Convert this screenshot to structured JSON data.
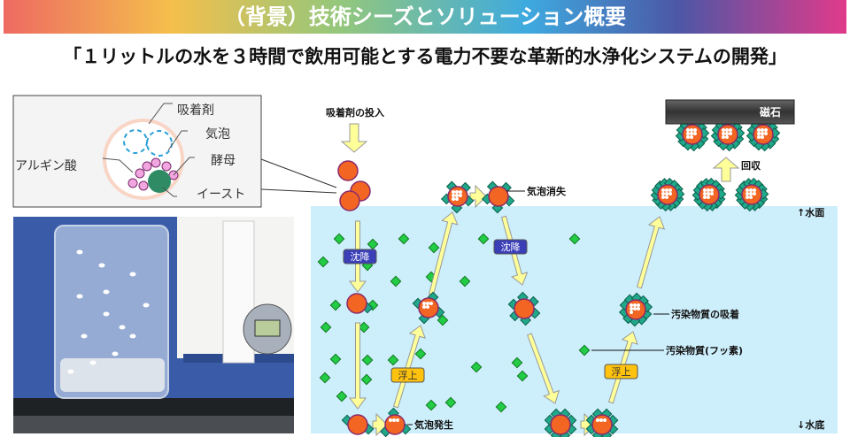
{
  "header": {
    "title": "（背景）技術シーズとソリューション概要",
    "subtitle": "「１リットルの水を３時間で飲用可能とする電力不要な革新的水浄化システムの開発」"
  },
  "inset": {
    "adsorbent": "吸着剤",
    "bubble": "気泡",
    "yeast_jp": "酵母",
    "alginate": "アルギン酸",
    "yeast": "イースト"
  },
  "diagram": {
    "input": "吸着剤の投入",
    "sink1": "沈降",
    "sink2": "沈降",
    "float1": "浮上",
    "float2": "浮上",
    "bubble_gen": "気泡発生",
    "bubble_gone": "気泡消失",
    "adsorption": "汚染物質の吸着",
    "pollutant": "汚染物質(フッ素)",
    "recover": "回収",
    "magnet": "磁石",
    "surface": "↑水面",
    "bottom": "↓水底"
  },
  "colors": {
    "water": "#cdeefb",
    "particle": "#f26522",
    "pollutant": "#22cc44",
    "arrow": "#ffff99",
    "sink_tag": "#3a3fb8",
    "float_tag": "#ffc20e"
  }
}
